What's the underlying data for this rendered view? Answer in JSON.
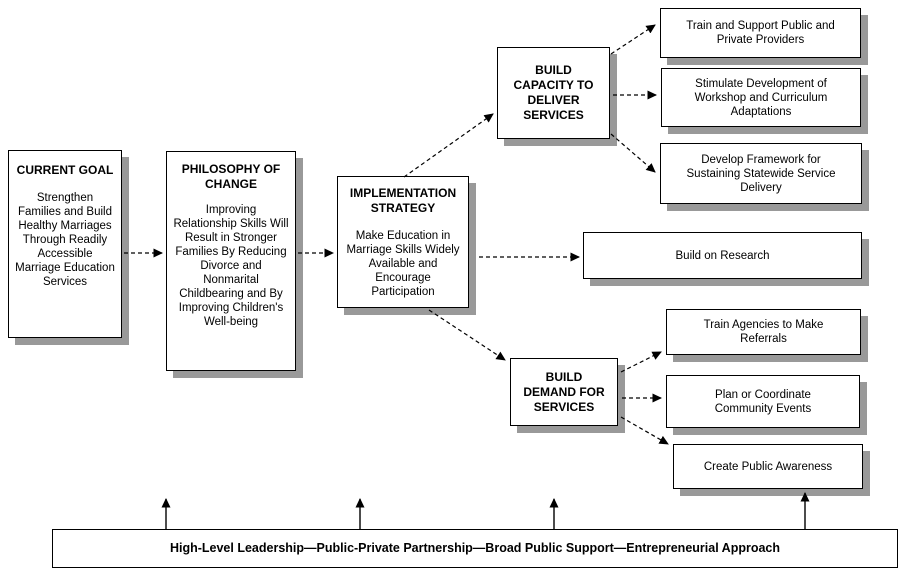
{
  "diagram": {
    "current_goal": {
      "title": "CURRENT GOAL",
      "body": "Strengthen Families and Build Healthy Marriages Through Readily Accessible Marriage Education Services"
    },
    "philosophy_of_change": {
      "title": "PHILOSOPHY OF CHANGE",
      "body": "Improving Relationship Skills Will Result in Stronger Families By Reducing Divorce and Nonmarital Childbearing and By Improving Children's Well-being"
    },
    "implementation_strategy": {
      "title": "IMPLEMENTATION STRATEGY",
      "body": "Make Education in Marriage Skills Widely Available and Encourage Participation"
    },
    "build_capacity": {
      "title": "BUILD CAPACITY TO DELIVER SERVICES"
    },
    "build_demand": {
      "title": "BUILD DEMAND FOR SERVICES"
    },
    "capacity_outcomes": [
      "Train and Support Public and Private Providers",
      "Stimulate Development of Workshop and Curriculum Adaptations",
      "Develop Framework for Sustaining Statewide Service Delivery"
    ],
    "research_outcome": "Build on Research",
    "demand_outcomes": [
      "Train Agencies to Make Referrals",
      "Plan or Coordinate Community Events",
      "Create Public Awareness"
    ],
    "foundation": "High-Level Leadership—Public-Private Partnership—Broad Public Support—Entrepreneurial Approach"
  },
  "colors": {
    "background": "#ffffff",
    "box_fill": "#ffffff",
    "box_border": "#000000",
    "box_shadow": "#999999",
    "arrow": "#000000",
    "text": "#000000"
  }
}
